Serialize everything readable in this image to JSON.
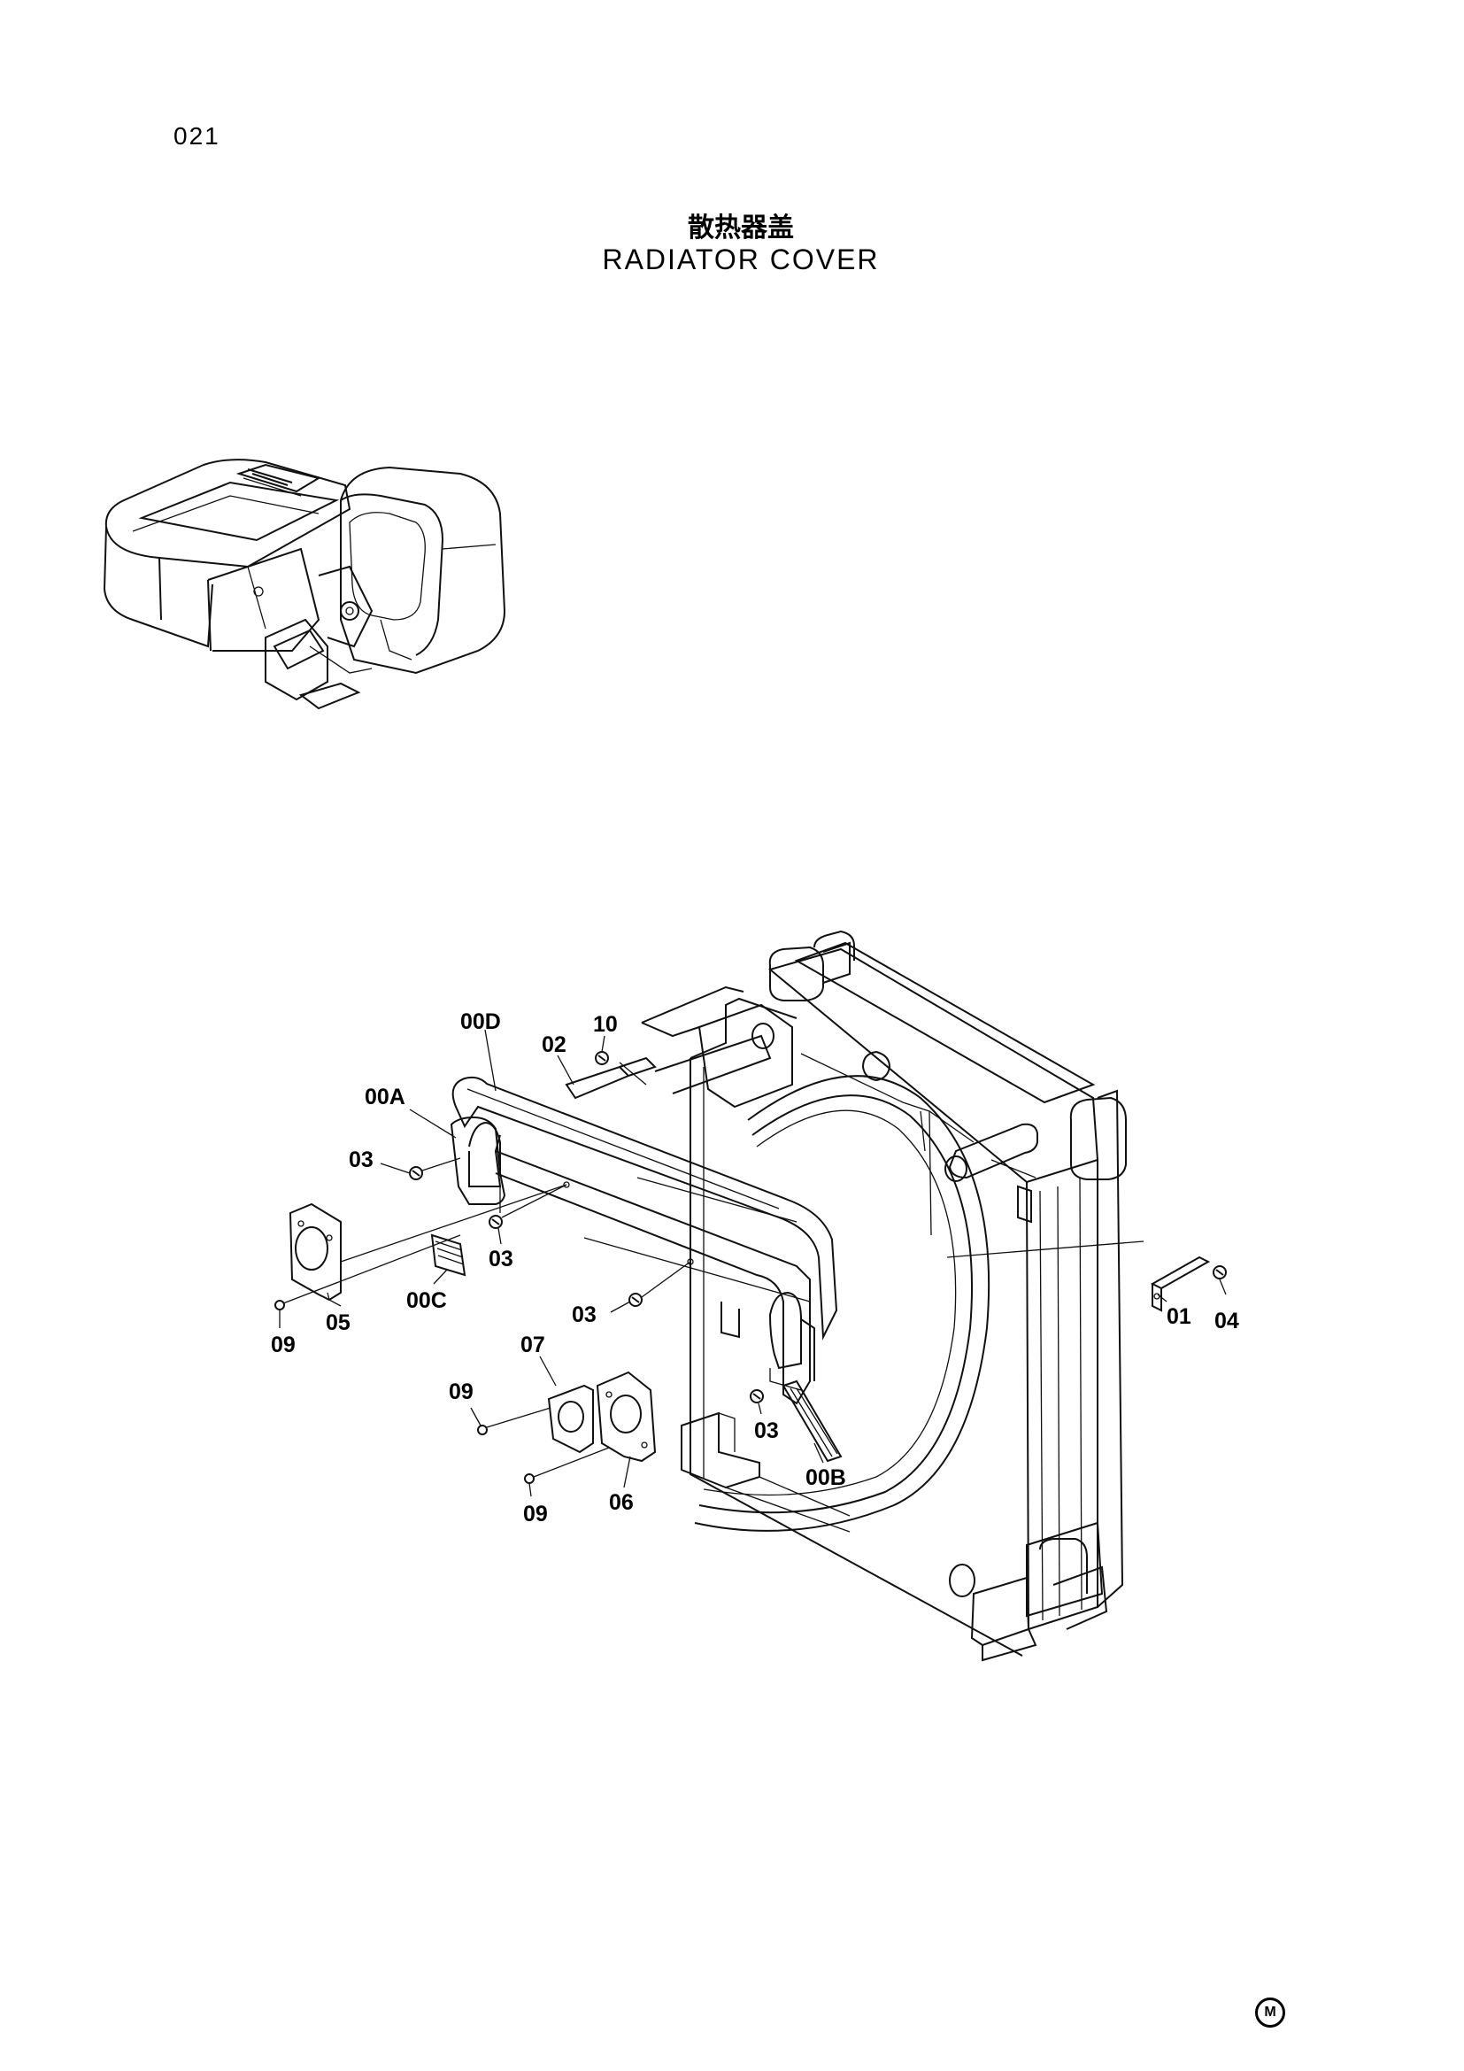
{
  "page": {
    "number": "021",
    "title_cn": "散热器盖",
    "title_en": "RADIATOR COVER",
    "mark": "M"
  },
  "callouts": {
    "c00D": "00D",
    "c10": "10",
    "c02": "02",
    "c00A": "00A",
    "c03a": "03",
    "c03b": "03",
    "c03c": "03",
    "c03d": "03",
    "c00C": "00C",
    "c05": "05",
    "c09a": "09",
    "c09b": "09",
    "c09c": "09",
    "c07": "07",
    "c06": "06",
    "c00B": "00B",
    "c01": "01",
    "c04": "04"
  }
}
